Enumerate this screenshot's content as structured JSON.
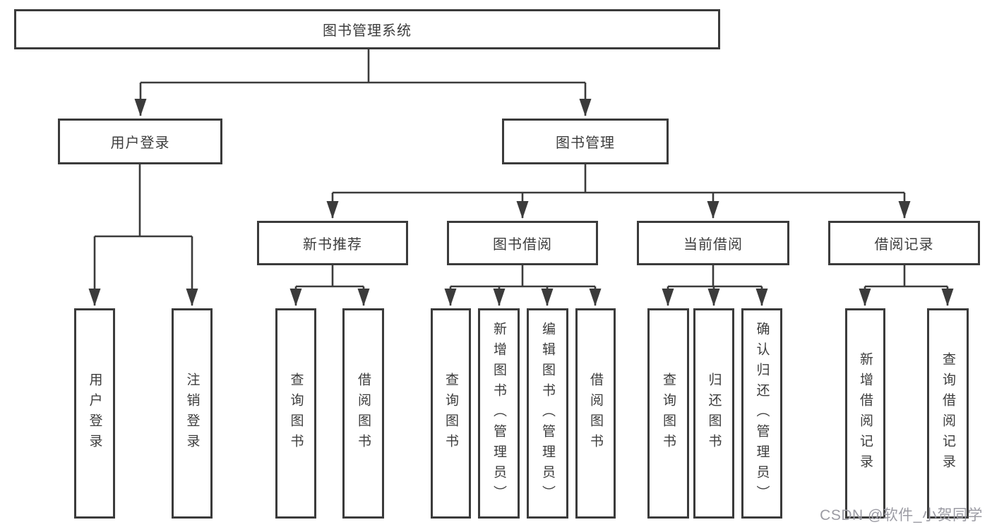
{
  "colors": {
    "line": "#3b3b3b",
    "text": "#3d3d3d",
    "box_bg": "#ffffff",
    "watermark": "#9b9ba3"
  },
  "tree": {
    "root": {
      "label": "图书管理系统"
    },
    "branches": [
      {
        "label": "用户登录",
        "children": [
          {
            "label": "用户登录"
          },
          {
            "label": "注销登录"
          }
        ]
      },
      {
        "label": "图书管理",
        "groups": [
          {
            "label": "新书推荐",
            "children": [
              {
                "label": "查询图书"
              },
              {
                "label": "借阅图书"
              }
            ]
          },
          {
            "label": "图书借阅",
            "children": [
              {
                "label": "查询图书"
              },
              {
                "label": "新增图书（管理员）"
              },
              {
                "label": "编辑图书（管理员）"
              },
              {
                "label": "借阅图书"
              }
            ]
          },
          {
            "label": "当前借阅",
            "children": [
              {
                "label": "查询图书"
              },
              {
                "label": "归还图书"
              },
              {
                "label": "确认归还（管理员）"
              }
            ]
          },
          {
            "label": "借阅记录",
            "children": [
              {
                "label": "新增借阅记录"
              },
              {
                "label": "查询借阅记录"
              }
            ]
          }
        ]
      }
    ]
  },
  "watermark": {
    "text": "CSDN @软件_小贺同学"
  }
}
